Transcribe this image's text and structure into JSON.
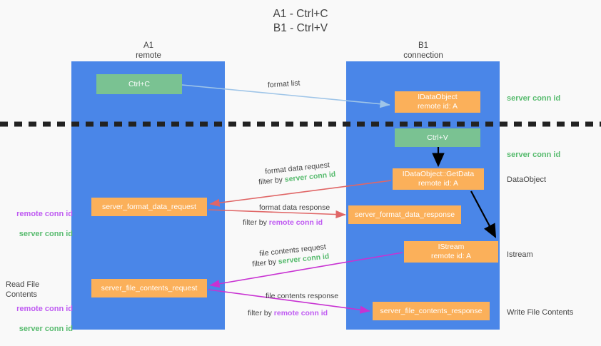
{
  "diagram": {
    "title": "A1 - Ctrl+C\nB1 - Ctrl+V",
    "columns": {
      "a": "A1\nremote",
      "b": "B1\nconnection"
    },
    "boxes": {
      "ctrl_c": "Ctrl+C",
      "idataobject": "IDataObject\nremote id: A",
      "ctrl_v": "Ctrl+V",
      "getdata": "IDataObject::GetData\nremote id: A",
      "istream": "IStream\nremote id: A",
      "format_data_request": "server_format_data_request",
      "format_data_response": "server_format_data_response",
      "file_contents_request": "server_file_contents_request",
      "file_contents_response": "server_file_contents_response"
    },
    "right_labels": {
      "server_conn_id_1": "server conn id",
      "server_conn_id_2": "server conn id",
      "dataobject": "DataObject",
      "istream": "Istream",
      "write_file_contents": "Write File Contents"
    },
    "left_labels": {
      "remote_conn_id_1": "remote conn id",
      "server_conn_id_1": "server conn id",
      "read_file_contents": "Read File Contents",
      "remote_conn_id_2": "remote conn id",
      "server_conn_id_2": "server conn id"
    },
    "flow_labels": {
      "format_list": "format list",
      "format_data_request": "format data request",
      "format_data_request_filter_prefix": "filter by ",
      "format_data_request_filter_value": "server conn id",
      "format_data_response": "format data response",
      "format_data_response_filter_prefix": "filter by ",
      "format_data_response_filter_value": "remote conn id",
      "file_contents_request": "file contents request",
      "file_contents_request_filter_prefix": "filter by ",
      "file_contents_request_filter_value": "server conn id",
      "file_contents_response": "file contents response",
      "file_contents_response_filter_prefix": "filter by ",
      "file_contents_response_filter_value": "remote conn id"
    },
    "colors": {
      "panel": "#4a86e8",
      "green_box": "#7ac292",
      "orange_box": "#fbb05a",
      "server_conn_id": "#57bb6e",
      "remote_conn_id": "#bf5af2",
      "arrow_format_list": "#9fc5e8",
      "arrow_format_data": "#e06666",
      "arrow_file_contents": "#c832d2",
      "arrow_internal": "#000000",
      "background": "#f9f9f9",
      "divider": "#222222"
    }
  }
}
